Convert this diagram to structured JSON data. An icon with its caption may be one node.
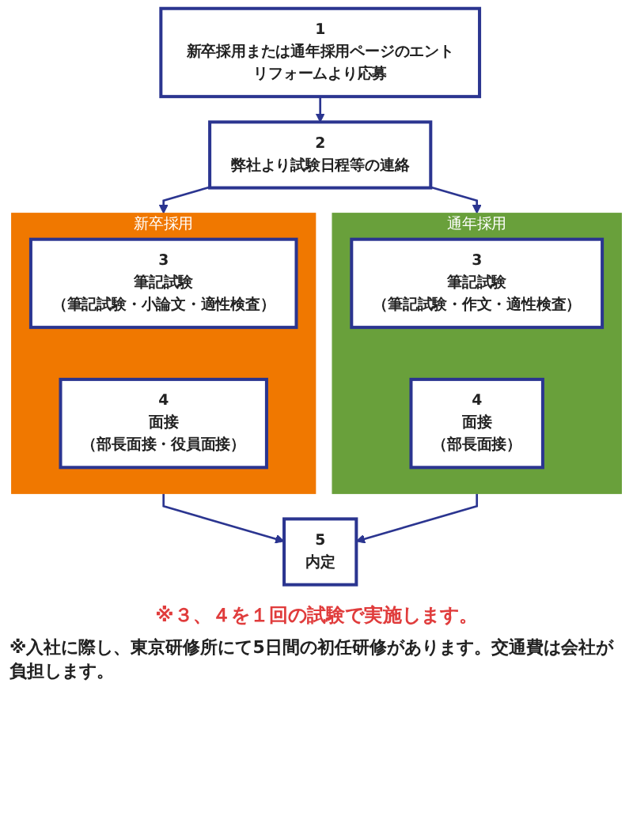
{
  "diagram": {
    "nodes": [
      {
        "text": [
          "1",
          "新卒採用または通年採用ページのエントリフォームより応募"
        ]
      },
      {
        "text": [
          "2",
          "弊社より試験日程等の連絡"
        ]
      },
      {
        "text": [
          "新卒採用"
        ]
      },
      {
        "text": [
          "3",
          "筆記試験",
          "（筆記試験・小論文・適性検査）"
        ],
        "in": 2
      },
      {
        "text": [
          "4",
          "面接",
          "（部長面接・役員面接）"
        ],
        "in": 2
      },
      {
        "text": [
          "通年採用"
        ]
      },
      {
        "text": [
          "3",
          "筆記試験",
          "（筆記試験・作文・適性検査）"
        ],
        "in": 5
      },
      {
        "text": [
          "4",
          "面接",
          "（部長面接）"
        ],
        "in": 5
      },
      {
        "text": [
          "5",
          "内定"
        ]
      }
    ],
    "edges": [
      {
        "from": 0,
        "to": 1,
        "arrow": "to"
      },
      {
        "from": 1,
        "to": 2,
        "arrow": "to"
      },
      {
        "from": 1,
        "to": 5,
        "arrow": "to"
      },
      {
        "from": 2,
        "to": 8,
        "arrow": "to"
      },
      {
        "from": 5,
        "to": 8,
        "arrow": "to"
      }
    ],
    "labels": [
      "※３、４を１回の試験で実施します。",
      "※入社に際し、東京研修所にて5日間の初任研修があります。交通費は会社が負担します。"
    ]
  }
}
